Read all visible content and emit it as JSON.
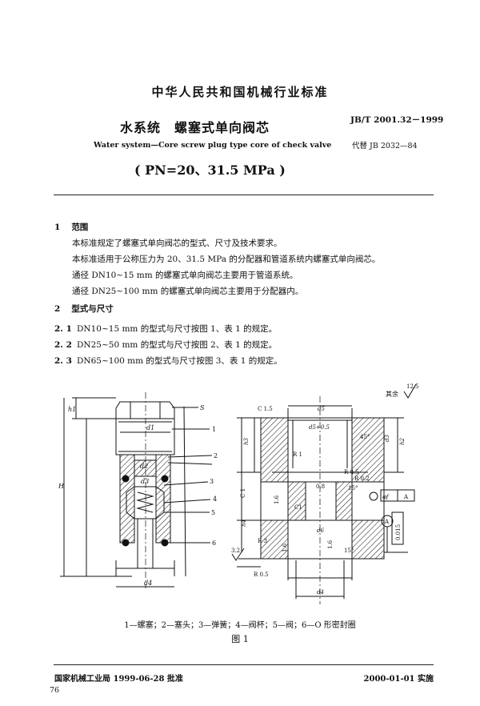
{
  "header": {
    "standard_title": "中华人民共和国机械行业标准",
    "title_cn": "水系统　螺塞式单向阀芯",
    "title_en": "Water system—Core screw plug type core of check valve",
    "pressure": "( PN=20、31.5 MPa )",
    "std_number": "JB/T  2001.32－1999",
    "replaces": "代替 JB 2032—84"
  },
  "sections": {
    "s1_num": "1",
    "s1_title": "范围",
    "s1_p1": "本标准规定了螺塞式单向阀芯的型式、尺寸及技术要求。",
    "s1_p2": "本标准适用于公称压力为 20、31.5 MPa 的分配器和管道系统内螺塞式单向阀芯。",
    "s1_p3": "通径 DN10~15 mm 的螺塞式单向阀芯主要用于管道系统。",
    "s1_p4": "通径 DN25~100 mm 的螺塞式单向阀芯主要用于分配器内。",
    "s2_num": "2",
    "s2_title": "型式与尺寸",
    "s21_num": "2. 1",
    "s21_text": "DN10~15 mm 的型式与尺寸按图 1、表 1 的规定。",
    "s22_num": "2. 2",
    "s22_text": "DN25~50 mm 的型式与尺寸按图 2、表 1 的规定。",
    "s23_num": "2. 3",
    "s23_text": "DN65~100 mm 的型式与尺寸按图 3、表 1 的规定。"
  },
  "figure": {
    "legend": "1—螺塞；2—塞头；3—弹簧；4—阀杯；5—阀；6—O 形密封圈",
    "caption": "图 1",
    "labels": {
      "h1": "h1",
      "S": "S",
      "H": "H",
      "d1": "d1",
      "d2": "d2",
      "d3": "d3",
      "d4": "d4",
      "p1": "1",
      "p2": "2",
      "p3": "3",
      "p4": "4",
      "p5": "5",
      "p6": "6",
      "C15": "C 1.5",
      "d5": "d5",
      "d5_05": "d5+0.5",
      "a45": "45°",
      "d3b": "d3",
      "h2": "h2",
      "h3": "h3",
      "R1": "R 1",
      "R05": "R 0.5",
      "R02": "R 0.2",
      "a15": "15°",
      "C1": "C 1",
      "h4": "h4",
      "r16a": "1.6",
      "r08": "0.8",
      "C1b": "C1",
      "df": "φf",
      "A": "A",
      "A2": "A",
      "tol": "0.015",
      "d6": "d6",
      "R3": "R 3",
      "r16b": "1.6",
      "r16c": "1.6",
      "a15b": "15°",
      "r32": "3.2",
      "R05b": "R 0.5",
      "d4b": "d4",
      "rest": "其余",
      "r125": "12.5"
    }
  },
  "footer": {
    "issuer": "国家机械工业局  1999-06-28  批准",
    "effective": "2000-01-01  实施",
    "page": "76"
  }
}
